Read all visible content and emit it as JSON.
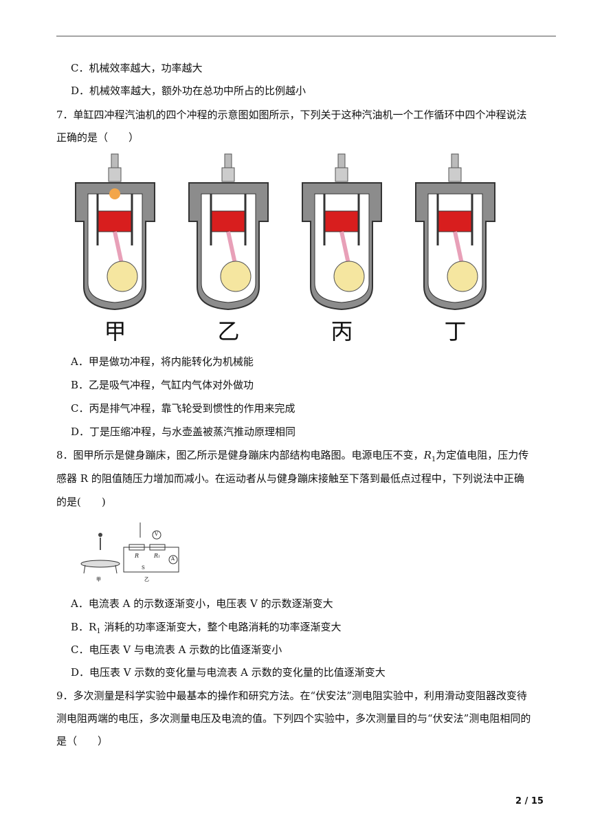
{
  "q6_options": {
    "c": "C．机械效率越大，功率越大",
    "d": "D．机械效率越大，额外功在总功中所占的比例越小"
  },
  "q7": {
    "stem_line1": "7．单缸四冲程汽油机的四个冲程的示意图如图所示，下列关于这种汽油机一个工作循环中四个冲程说法",
    "stem_line2": "正确的是（　　）",
    "engine_labels": [
      "甲",
      "乙",
      "丙",
      "丁"
    ],
    "options": {
      "a": "A．甲是做功冲程，将内能转化为机械能",
      "b": "B．乙是吸气冲程，气缸内气体对外做功",
      "c": "C．丙是排气冲程，靠飞轮受到惯性的作用来完成",
      "d": "D．丁是压缩冲程，与水壶盖被蒸汽推动原理相同"
    }
  },
  "q8": {
    "stem_line1_a": "8．图甲所示是健身蹦床，图乙所示是健身蹦床内部结构电路图。电源电压不变，",
    "stem_r1": "R",
    "stem_r1_sub": "1",
    "stem_line1_b": "为定值电阻，压力传",
    "stem_line2": "感器 R 的阻值随压力增加而减小。在运动者从与健身蹦床接触至下落到最低点过程中，下列说法中正确",
    "stem_line3": "的是(　　)",
    "figure_labels": {
      "jia": "甲",
      "yi": "乙",
      "r": "R",
      "r1": "R",
      "r1_sub": "1",
      "v": "V",
      "a": "A",
      "s": "S"
    },
    "options": {
      "a": "A．电流表 A 的示数逐渐变小，电压表 V 的示数逐渐变大",
      "b_pre": "B．R",
      "b_sub": "1",
      "b_post": " 消耗的功率逐渐变大，整个电路消耗的功率逐渐变大",
      "c": "C．电压表 V 与电流表 A 示数的比值逐渐变小",
      "d": "D．电压表 V 示数的变化量与电流表 A 示数的变化量的比值逐渐变大"
    }
  },
  "q9": {
    "stem_line1": "9．多次测量是科学实验中最基本的操作和研究方法。在“伏安法”测电阻实验中，利用滑动变阻器改变待",
    "stem_line2": "测电阻两端的电压，多次测量电压及电流的值。下列四个实验中，多次测量目的与“伏安法”测电阻相同的",
    "stem_line3": "是（　　）"
  },
  "page_number": "2 / 15",
  "colors": {
    "piston": "#d81e1e",
    "cylinder": "#8c8c8c",
    "rod": "#e8a0b8",
    "flywheel": "#f5e6a0"
  }
}
